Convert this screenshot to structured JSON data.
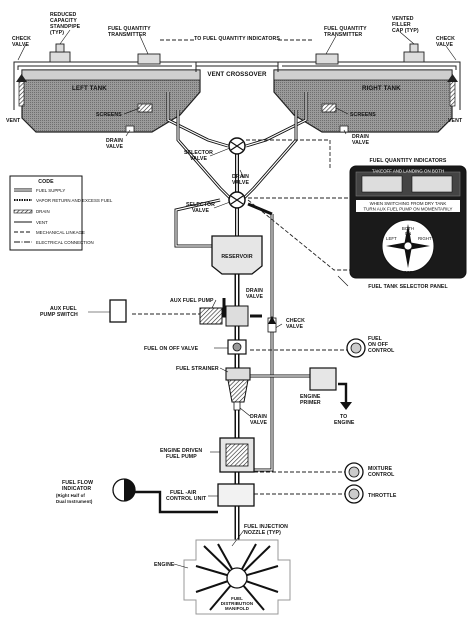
{
  "labels": {
    "reduced_capacity": [
      "REDUCED",
      "CAPACITY",
      "STANDPIPE",
      "(TYP)"
    ],
    "check_valve_left": [
      "CHECK",
      "VALVE"
    ],
    "check_valve_right": [
      "CHECK",
      "VALVE"
    ],
    "fqt_left": [
      "FUEL QUANTITY",
      "TRANSMITTER"
    ],
    "fqt_right": [
      "FUEL QUANTITY",
      "TRANSMITTER"
    ],
    "to_indicators": "TO FUEL QUANTITY INDICATORS",
    "vented_filler": [
      "VENTED",
      "FILLER",
      "CAP (TYP)"
    ],
    "vent_crossover": "VENT CROSSOVER",
    "left_tank": "LEFT TANK",
    "right_tank": "RIGHT TANK",
    "screens_left": "SCREENS",
    "screens_right": "SCREENS",
    "vent_left": "VENT",
    "vent_right": "VENT",
    "drain_valve_left": [
      "DRAIN",
      "VALVE"
    ],
    "drain_valve_right": [
      "DRAIN",
      "VALVE"
    ],
    "selector_valve_1": [
      "SELECTOR",
      "VALVE"
    ],
    "drain_valve_center": [
      "DRAIN",
      "VALVE"
    ],
    "selector_valve_2": [
      "SELECTOR",
      "VALVE"
    ],
    "reservoir": "RESERVOIR",
    "drain_valve_res": [
      "DRAIN",
      "VALVE"
    ],
    "aux_fuel_pump": "AUX FUEL PUMP",
    "aux_fuel_pump_switch": [
      "AUX FUEL",
      "PUMP SWITCH"
    ],
    "check_valve_mid": [
      "CHECK",
      "VALVE"
    ],
    "fuel_on_off_valve": "FUEL ON OFF VALVE",
    "fuel_on_off_control": [
      "FUEL",
      "ON OFF",
      "CONTROL"
    ],
    "fuel_strainer": "FUEL STRAINER",
    "engine_primer": [
      "ENGINE",
      "PRIMER"
    ],
    "to_engine": [
      "TO",
      "ENGINE"
    ],
    "drain_valve_strainer": [
      "DRAIN",
      "VALVE"
    ],
    "engine_driven_pump": [
      "ENGINE DRIVEN",
      "FUEL PUMP"
    ],
    "mixture_control": [
      "MIXTURE",
      "CONTROL"
    ],
    "throttle": "THROTTLE",
    "fuel_flow_indicator": [
      "FUEL FLOW",
      "INDICATOR",
      "(Right Half of",
      "Dual Instrument)"
    ],
    "fuel_air_control": [
      "FUEL -AIR",
      "CONTROL UNIT"
    ],
    "fuel_injection_nozzle": [
      "FUEL INJECTION",
      "NOZZLE (TYP)"
    ],
    "engine": "ENGINE",
    "fuel_distribution_manifold": [
      "FUEL",
      "DISTRIBUTION",
      "MANIFOLD"
    ],
    "fuel_quantity_indicators": "FUEL QUANTITY INDICATORS",
    "fuel_tank_selector_panel": "FUEL TANK SELECTOR PANEL"
  },
  "legend": {
    "title": "CODE",
    "items": [
      "FUEL SUPPLY",
      "VAPOR RETURN AND EXCESS FUEL",
      "DRAIN",
      "VENT",
      "MECHANICAL LINKAGE",
      "ELECTRICAL CONNECTION"
    ]
  },
  "panel": {
    "top_text": "TAKEOFF AND LANDING ON BOTH",
    "warning": [
      "WHEN SWITCHING FROM DRY TANK",
      "TURN AUX FUEL PUMP ON MOMENTARILY"
    ],
    "both_label": [
      "BOTH",
      "ON"
    ],
    "left_label": "LEFT",
    "right_label": "RIGHT",
    "off_label": "OFF"
  }
}
